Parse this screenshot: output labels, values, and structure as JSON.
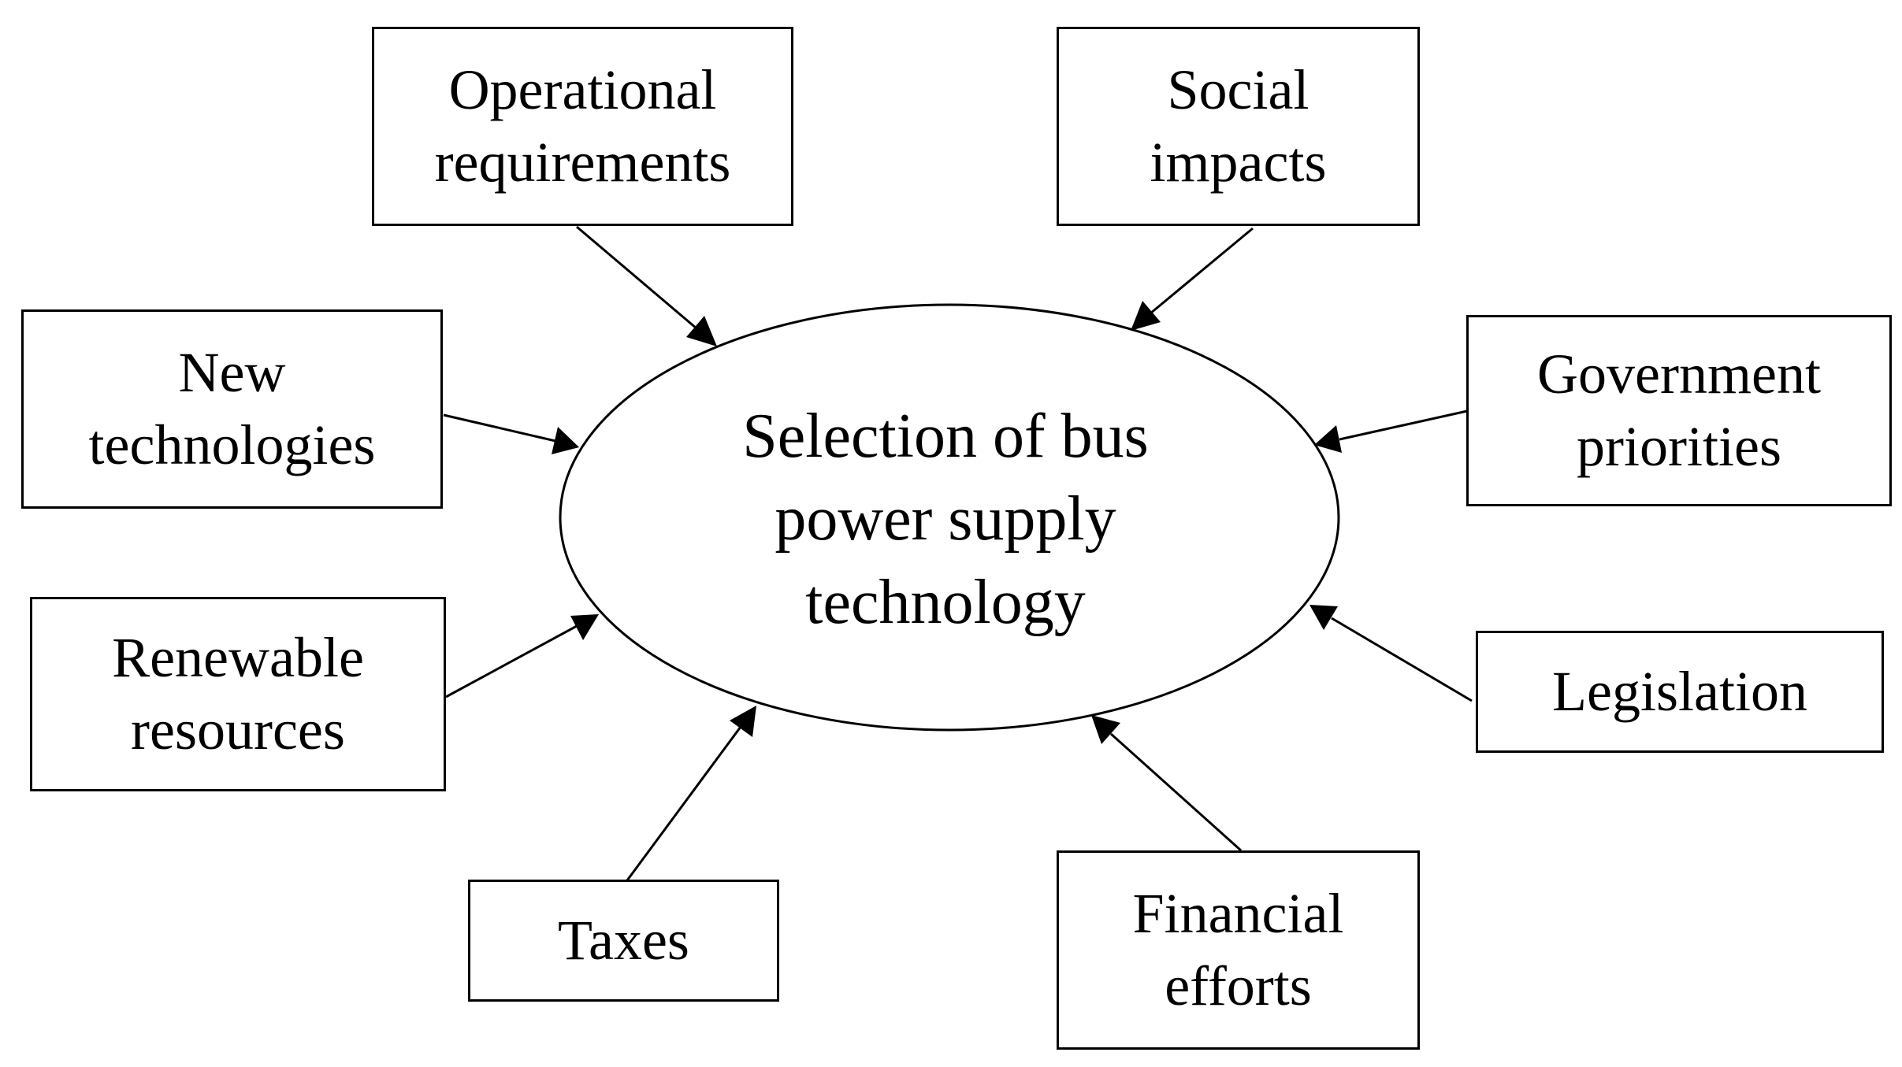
{
  "center": {
    "line1": "Selection of bus",
    "line2": "power supply",
    "line3": "technology"
  },
  "factors": {
    "operational_requirements": {
      "line1": "Operational",
      "line2": "requirements"
    },
    "social_impacts": {
      "line1": "Social",
      "line2": "impacts"
    },
    "new_technologies": {
      "line1": "New",
      "line2": "technologies"
    },
    "government_priorities": {
      "line1": "Government",
      "line2": "priorities"
    },
    "renewable_resources": {
      "line1": "Renewable",
      "line2": "resources"
    },
    "legislation": {
      "line1": "Legislation"
    },
    "taxes": {
      "line1": "Taxes"
    },
    "financial_efforts": {
      "line1": "Financial",
      "line2": "efforts"
    }
  },
  "colors": {
    "stroke": "#000000",
    "background": "#ffffff"
  }
}
